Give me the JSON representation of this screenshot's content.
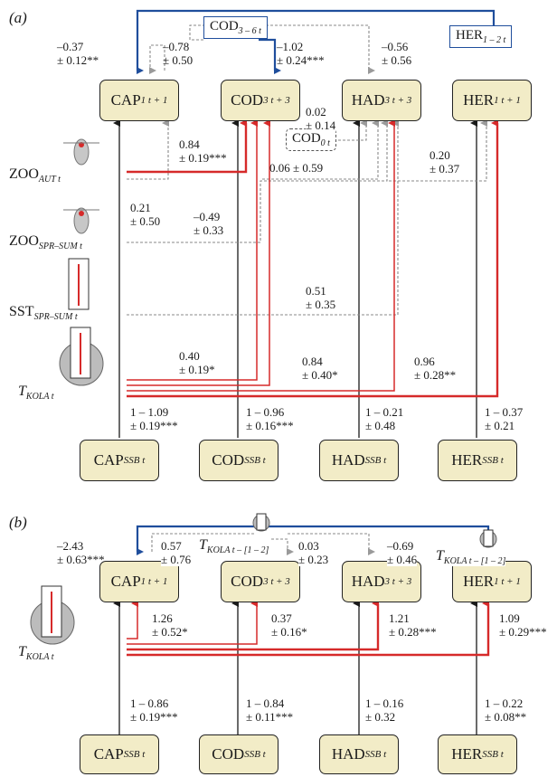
{
  "panel_a": {
    "label": "(a)",
    "nodes": {
      "cap": {
        "main": "CAP",
        "sub": "1 t + 1"
      },
      "cod": {
        "main": "COD",
        "sub": "3 t + 3"
      },
      "had": {
        "main": "HAD",
        "sub": "3 t + 3"
      },
      "her": {
        "main": "HER",
        "sub": "1 t + 1"
      }
    },
    "ssb": {
      "cap": {
        "main": "CAP",
        "sub": "SSB t"
      },
      "cod": {
        "main": "COD",
        "sub": "SSB t"
      },
      "had": {
        "main": "HAD",
        "sub": "SSB t"
      },
      "her": {
        "main": "HER",
        "sub": "SSB t"
      }
    },
    "boxes": {
      "cod36": {
        "main": "COD",
        "sub": "3 – 6 t"
      },
      "her12": {
        "main": "HER",
        "sub": "1 – 2 t"
      },
      "cod0": {
        "main": "COD",
        "sub": "0 t"
      }
    },
    "drivers": {
      "zoo_aut": {
        "main": "ZOO",
        "sub": "AUT t"
      },
      "zoo_spr": {
        "main": "ZOO",
        "sub": "SPR–SUM t"
      },
      "sst": {
        "main": "SST",
        "sub": "SPR–SUM t"
      },
      "tkola": {
        "main": "T",
        "sub": "KOLA t"
      }
    },
    "coefs": {
      "c1": [
        "–0.37",
        "± 0.12**"
      ],
      "c2": [
        "–0.78",
        "± 0.50"
      ],
      "c3": [
        "–1.02",
        "± 0.24***"
      ],
      "c4": [
        "–0.56",
        "± 0.56"
      ],
      "c5": [
        "0.02",
        "± 0.14"
      ],
      "c6": [
        "0.84",
        "± 0.19***"
      ],
      "c7": [
        "0.20",
        "± 0.37"
      ],
      "c8": [
        "0.06 ± 0.59"
      ],
      "c9": [
        "0.21",
        "± 0.50"
      ],
      "c10": [
        "–0.49",
        "± 0.33"
      ],
      "c11": [
        "0.51",
        "± 0.35"
      ],
      "c12": [
        "0.40",
        "± 0.19*"
      ],
      "c13": [
        "0.84",
        "± 0.40*"
      ],
      "c14": [
        "0.96",
        "± 0.28**"
      ],
      "s1": [
        "1 – 1.09",
        "± 0.19***"
      ],
      "s2": [
        "1 – 0.96",
        "± 0.16***"
      ],
      "s3": [
        "1 – 0.21",
        "± 0.48"
      ],
      "s4": [
        "1 – 0.37",
        "± 0.21"
      ]
    }
  },
  "panel_b": {
    "label": "(b)",
    "nodes": {
      "cap": {
        "main": "CAP",
        "sub": "1 t + 1"
      },
      "cod": {
        "main": "COD",
        "sub": "3 t + 3"
      },
      "had": {
        "main": "HAD",
        "sub": "3 t + 3"
      },
      "her": {
        "main": "HER",
        "sub": "1 t + 1"
      }
    },
    "ssb": {
      "cap": {
        "main": "CAP",
        "sub": "SSB t"
      },
      "cod": {
        "main": "COD",
        "sub": "SSB t"
      },
      "had": {
        "main": "HAD",
        "sub": "SSB t"
      },
      "her": {
        "main": "HER",
        "sub": "SSB t"
      }
    },
    "drivers": {
      "tkola_lag1": {
        "main": "T",
        "sub": "KOLA t – [1 – 2]"
      },
      "tkola_lag2": {
        "main": "T",
        "sub": "KOLA t – [1 – 2]"
      },
      "tkola": {
        "main": "T",
        "sub": "KOLA t"
      }
    },
    "coefs": {
      "c1": [
        "–2.43",
        "± 0.63***"
      ],
      "c2": [
        "0.57",
        "± 0.76"
      ],
      "c3": [
        "0.03",
        "± 0.23"
      ],
      "c4": [
        "–0.69",
        "± 0.46"
      ],
      "c5": [
        "1.26",
        "± 0.52*"
      ],
      "c6": [
        "0.37",
        "± 0.16*"
      ],
      "c7": [
        "1.21",
        "± 0.28***"
      ],
      "c8": [
        "1.09",
        "± 0.29***"
      ],
      "s1": [
        "1 – 0.86",
        "± 0.19***"
      ],
      "s2": [
        "1 – 0.84",
        "± 0.11***"
      ],
      "s3": [
        "1 – 0.16",
        "± 0.32"
      ],
      "s4": [
        "1 – 0.22",
        "± 0.08**"
      ]
    }
  },
  "colors": {
    "black": "#1a1a1a",
    "red": "#d62a2a",
    "blue": "#1f4e9c",
    "grey": "#9a9a9a",
    "node_fill": "#f2ecc7"
  }
}
